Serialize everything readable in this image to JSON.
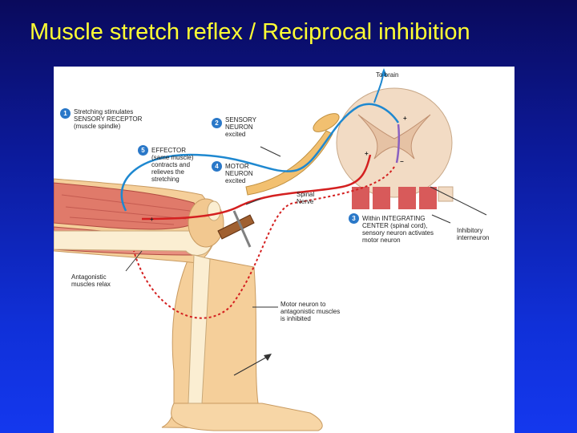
{
  "slide": {
    "title": "Muscle stretch reflex / Reciprocal inhibition",
    "background_top": "#0a0a5c",
    "background_bottom": "#1438ee",
    "title_color": "#ffff33"
  },
  "diagram": {
    "steps": [
      {
        "number": "1",
        "text": "Stretching stimulates\nSENSORY RECEPTOR\n(muscle spindle)"
      },
      {
        "number": "2",
        "text": "SENSORY\nNEURON\nexcited"
      },
      {
        "number": "3",
        "text": "Within INTEGRATING\nCENTER (spinal cord),\nsensory neuron activates\nmotor neuron"
      },
      {
        "number": "4",
        "text": "MOTOR\nNEURON\nexcited"
      },
      {
        "number": "5",
        "text": "EFFECTOR\n(same muscle)\ncontracts and\nrelieves the\nstretching"
      }
    ],
    "labels": {
      "to_brain": "To brain",
      "spinal_nerve": "Spinal\nNerve",
      "inhibitory_interneuron": "Inhibitory\ninterneuron",
      "antagonistic_muscles": "Antagonistic\nmuscles relax",
      "motor_neuron_antagonistic": "Motor neuron to\nantagonistic muscles\nis inhibited"
    },
    "symbols": {
      "plus": "+",
      "minus": "−"
    },
    "colors": {
      "sensory_neuron": "#1e88d0",
      "motor_neuron": "#d42020",
      "interneuron": "#8a60c0",
      "muscle": "#e07a6a",
      "skin": "#f5cf9a",
      "bone": "#fbeed2",
      "spinal_cord": "#f2dbc4"
    }
  }
}
